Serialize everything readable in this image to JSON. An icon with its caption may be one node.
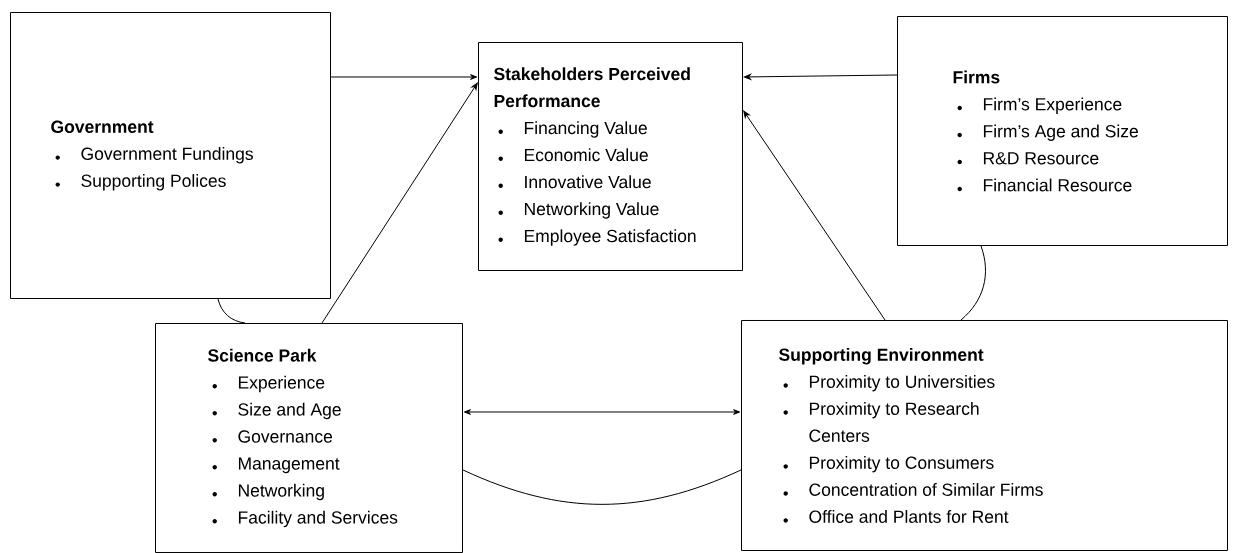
{
  "diagram": {
    "nodes": [
      {
        "text": [
          "Government",
          "Government Fundings",
          "Supporting Polices"
        ]
      },
      {
        "text": [
          "Stakeholders Perceived Performance",
          "Financing Value",
          "Economic Value",
          "Innovative Value",
          "Networking Value",
          "Employee Satisfaction"
        ]
      },
      {
        "text": [
          "Firms",
          "Firm’s Experience",
          "Firm’s Age and Size",
          "R&D Resource",
          "Financial Resource"
        ]
      },
      {
        "text": [
          "Science Park",
          "Experience",
          "Size and Age",
          "Governance",
          "Management",
          "Networking",
          "Facility and Services"
        ]
      },
      {
        "text": [
          "Supporting Environment",
          "Proximity to Universities",
          "Proximity to Research Centers",
          "Proximity to Consumers",
          "Concentration of Similar Firms",
          "Office and Plants for Rent"
        ]
      }
    ],
    "edges": [
      {
        "from": 0,
        "to": 1,
        "arrow": "to"
      },
      {
        "from": 2,
        "to": 1,
        "arrow": "to"
      },
      {
        "from": 3,
        "to": 1,
        "arrow": "to"
      },
      {
        "from": 4,
        "to": 1,
        "arrow": "to"
      },
      {
        "from": 3,
        "to": 4,
        "arrow": "both"
      },
      {
        "from": 0,
        "to": 3,
        "arrow": "none"
      },
      {
        "from": 2,
        "to": 4,
        "arrow": "none"
      },
      {
        "from": 3,
        "to": 4,
        "arrow": "none"
      }
    ]
  }
}
